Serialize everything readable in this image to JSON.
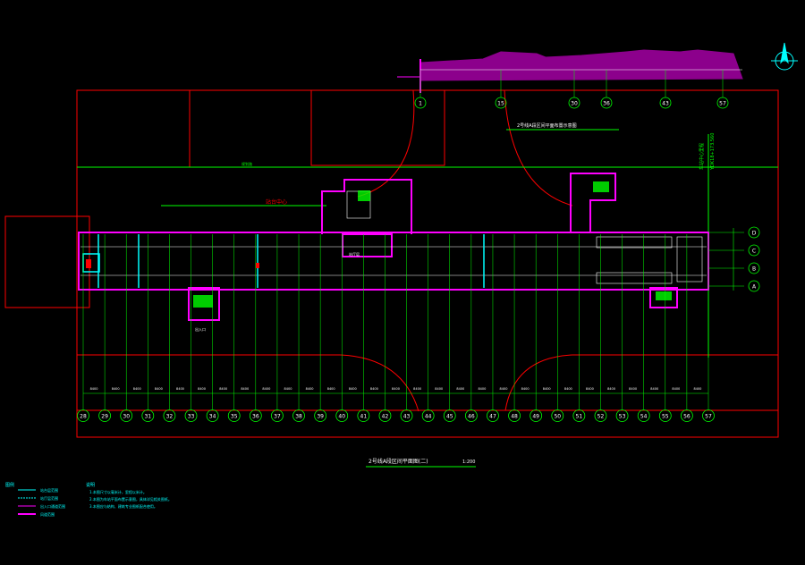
{
  "drawing": {
    "title": "2号线A段区间平面图(二)",
    "scale": "1:200",
    "layout_title": "2号线A段区间平面布置示意图",
    "station_label": "车站中心里程",
    "chainage": "YDK18+173.560",
    "station_mark": "站台中心",
    "road_label": "规划路",
    "entrance_label": "出入口",
    "corridor_label": "站厅层"
  },
  "key_plan_axes": [
    "1",
    "15",
    "30",
    "36",
    "43",
    "57"
  ],
  "bottom_axes": [
    "28",
    "29",
    "30",
    "31",
    "32",
    "33",
    "34",
    "35",
    "36",
    "37",
    "38",
    "39",
    "40",
    "41",
    "42",
    "43",
    "44",
    "45",
    "46",
    "47",
    "48",
    "49",
    "50",
    "51",
    "52",
    "53",
    "54",
    "55",
    "56",
    "57"
  ],
  "span_dims": [
    "8400",
    "8400",
    "8400",
    "8400",
    "8400",
    "8400",
    "8400",
    "8400",
    "8400",
    "8400",
    "8400",
    "8400",
    "8400",
    "8400",
    "8400",
    "8400",
    "8400",
    "8400",
    "8400",
    "8400",
    "8400",
    "8400",
    "8400",
    "8400",
    "8400",
    "8400",
    "8400",
    "8400",
    "8400"
  ],
  "right_axes": [
    "D",
    "C",
    "B",
    "A"
  ],
  "legend": {
    "heading": "图例",
    "items": [
      "站台层范围",
      "站厅层范围",
      "出入口通道范围",
      "风道范围"
    ]
  },
  "notes": {
    "heading": "说明",
    "items": [
      "1.本图尺寸以毫米计，里程以米计。",
      "2.本图为车站平面布置示意图，具体详见相关图纸。",
      "3.本图应与结构、建筑专业图纸配合使用。"
    ]
  },
  "colors": {
    "magenta": "#ff00ff",
    "green": "#00ff00",
    "red": "#ff0000",
    "white": "#ffffff",
    "cyan": "#00ffff",
    "blue": "#4040ff"
  }
}
